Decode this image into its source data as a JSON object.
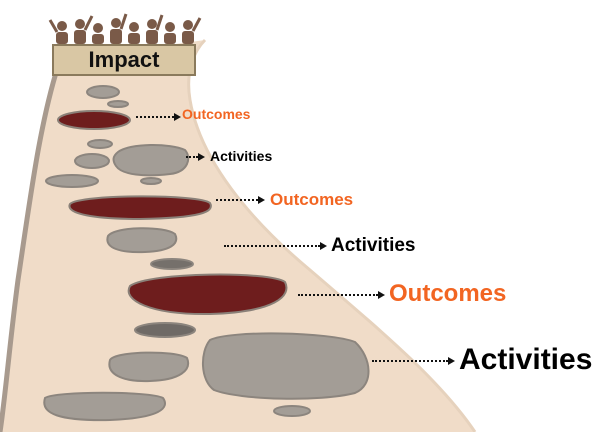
{
  "diagram": {
    "top_label": "Impact",
    "steps": [
      {
        "label": "Outcomes",
        "color": "#f26522"
      },
      {
        "label": "Activities",
        "color": "#000000"
      },
      {
        "label": "Outcomes",
        "color": "#f26522"
      },
      {
        "label": "Activities",
        "color": "#000000"
      },
      {
        "label": "Outcomes",
        "color": "#f26522"
      },
      {
        "label": "Activities",
        "color": "#000000"
      }
    ],
    "colors": {
      "path": "#f0dcc8",
      "path_edge": "#a89a8e",
      "stone_grey": "#a39d96",
      "stone_dark": "#6e1d1d",
      "outcome_text": "#f26522"
    }
  }
}
